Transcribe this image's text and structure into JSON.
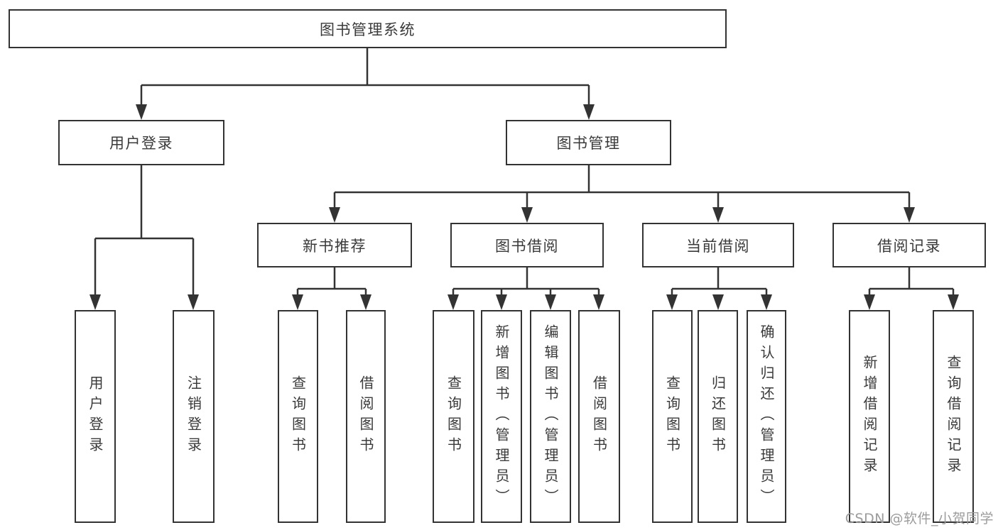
{
  "diagram": {
    "root": {
      "label": "图书管理系统"
    },
    "level2": [
      {
        "label": "用户登录"
      },
      {
        "label": "图书管理"
      }
    ],
    "level3": [
      {
        "label": "新书推荐"
      },
      {
        "label": "图书借阅"
      },
      {
        "label": "当前借阅"
      },
      {
        "label": "借阅记录"
      }
    ],
    "leaves": [
      {
        "label": "用户登录"
      },
      {
        "label": "注销登录"
      },
      {
        "label": "查询图书"
      },
      {
        "label": "借阅图书"
      },
      {
        "label": "查询图书"
      },
      {
        "label": "新增图书（管理员）"
      },
      {
        "label": "编辑图书（管理员）"
      },
      {
        "label": "借阅图书"
      },
      {
        "label": "查询图书"
      },
      {
        "label": "归还图书"
      },
      {
        "label": "确认归还（管理员）"
      },
      {
        "label": "新增借阅记录"
      },
      {
        "label": "查询借阅记录"
      }
    ]
  },
  "watermark": {
    "text": "CSDN @软件_小贺同学"
  },
  "colors": {
    "line": "#333333",
    "border": "#333333",
    "text": "#3a3a3a",
    "watermark": "#9c9c9c",
    "background": "#ffffff"
  }
}
